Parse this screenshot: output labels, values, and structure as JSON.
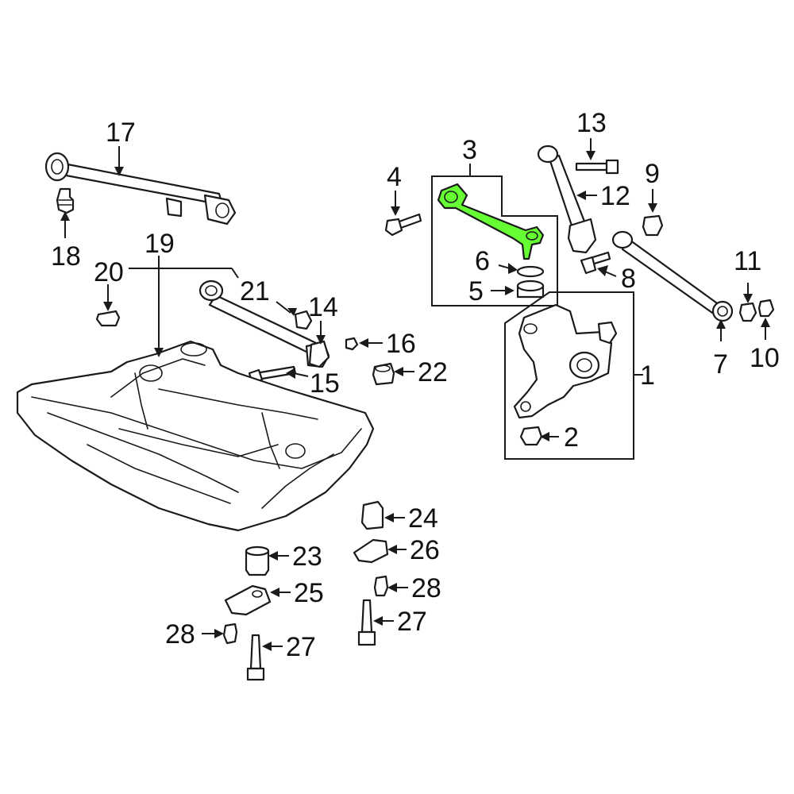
{
  "colors": {
    "highlight": "#66ff33",
    "line": "#1a1a1a",
    "background": "#ffffff"
  },
  "highlighted_part": "3",
  "callouts": {
    "c1": "1",
    "c2": "2",
    "c3": "3",
    "c4": "4",
    "c5": "5",
    "c6": "6",
    "c7": "7",
    "c8": "8",
    "c9": "9",
    "c10": "10",
    "c11": "11",
    "c12": "12",
    "c13": "13",
    "c14": "14",
    "c15": "15",
    "c16": "16",
    "c17": "17",
    "c18": "18",
    "c19": "19",
    "c20": "20",
    "c21": "21",
    "c22": "22",
    "c23": "23",
    "c24": "24",
    "c25": "25",
    "c26": "26",
    "c27a": "27",
    "c27b": "27",
    "c28a": "28",
    "c28b": "28"
  }
}
